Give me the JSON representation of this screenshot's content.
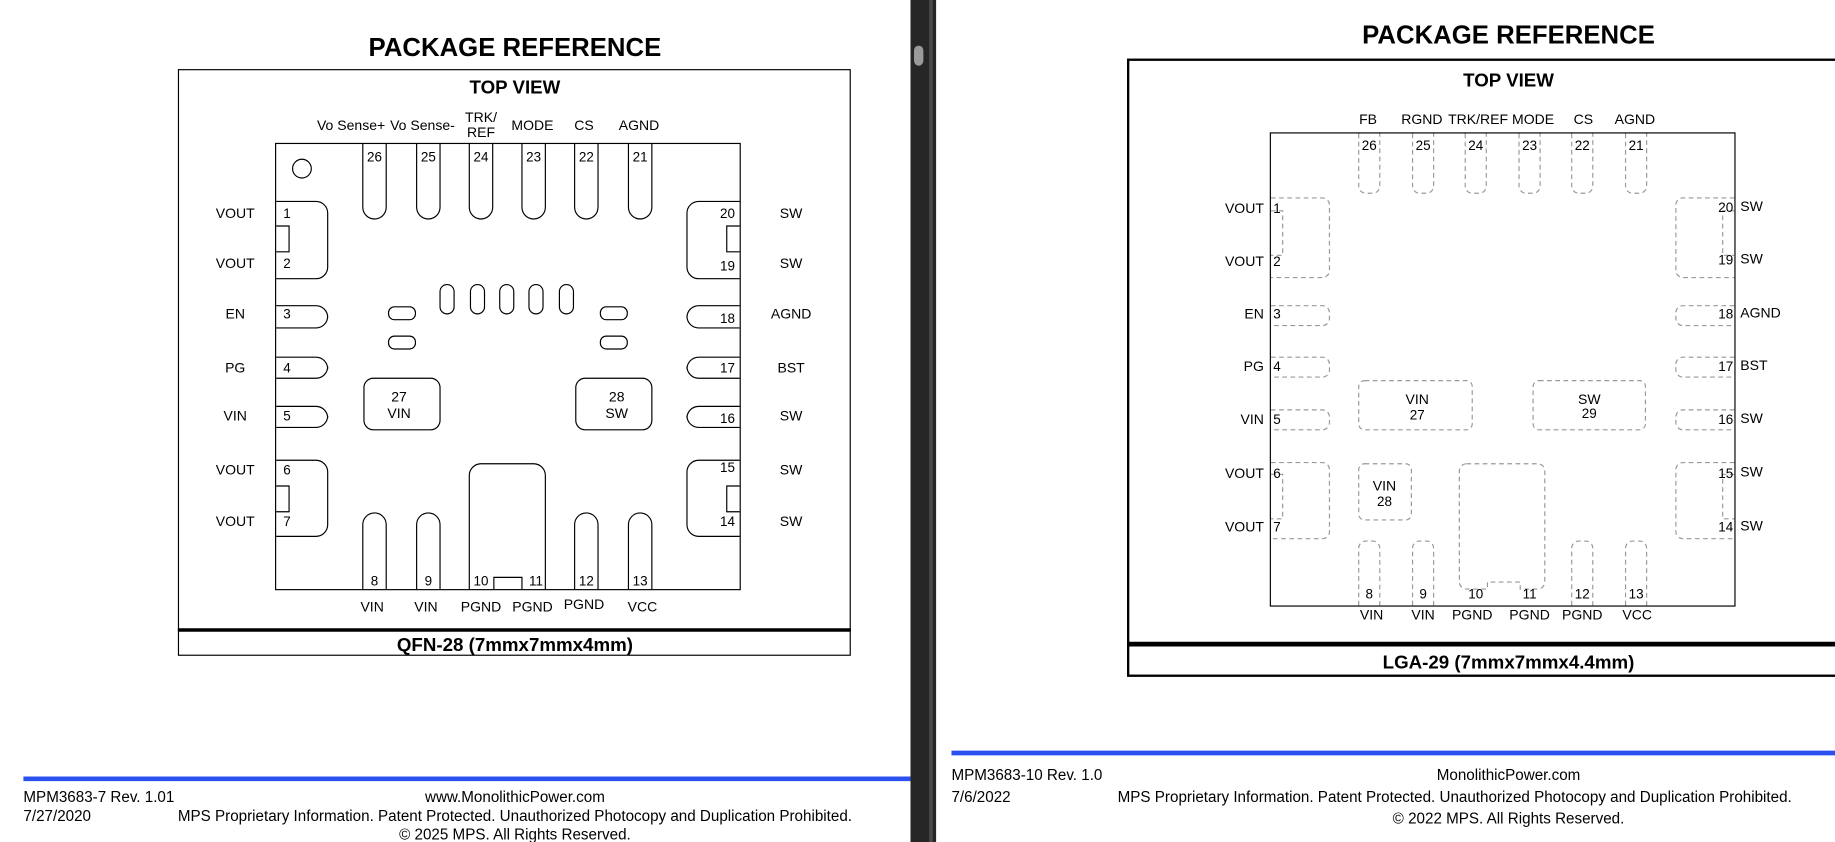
{
  "left": {
    "title": "PACKAGE REFERENCE",
    "top_view": "TOP VIEW",
    "caption": "QFN-28 (7mmx7mmx4mm)",
    "pins": [
      {
        "num": "1",
        "label": "VOUT"
      },
      {
        "num": "2",
        "label": "VOUT"
      },
      {
        "num": "3",
        "label": "EN"
      },
      {
        "num": "4",
        "label": "PG"
      },
      {
        "num": "5",
        "label": "VIN"
      },
      {
        "num": "6",
        "label": "VOUT"
      },
      {
        "num": "7",
        "label": "VOUT"
      },
      {
        "num": "8",
        "label": "VIN"
      },
      {
        "num": "9",
        "label": "VIN"
      },
      {
        "num": "10",
        "label": "PGND"
      },
      {
        "num": "11",
        "label": "PGND"
      },
      {
        "num": "12",
        "label": "PGND"
      },
      {
        "num": "13",
        "label": "VCC"
      },
      {
        "num": "14",
        "label": "SW"
      },
      {
        "num": "15",
        "label": "SW"
      },
      {
        "num": "16",
        "label": "SW"
      },
      {
        "num": "17",
        "label": "BST"
      },
      {
        "num": "18",
        "label": "AGND"
      },
      {
        "num": "19",
        "label": "SW"
      },
      {
        "num": "20",
        "label": "SW"
      },
      {
        "num": "21",
        "label": "AGND"
      },
      {
        "num": "22",
        "label": "CS"
      },
      {
        "num": "23",
        "label": "MODE"
      },
      {
        "num": "24",
        "label": [
          "TRK/",
          "REF"
        ]
      },
      {
        "num": "25",
        "label": "Vo Sense-"
      },
      {
        "num": "26",
        "label": "Vo Sense+"
      },
      {
        "num": "27",
        "label": "VIN"
      },
      {
        "num": "28",
        "label": "SW"
      }
    ],
    "footer": {
      "doc_rev": "MPM3683-7 Rev. 1.01",
      "website": "www.MonolithicPower.com",
      "date": "7/27/2020",
      "notice": "MPS Proprietary Information. Patent Protected. Unauthorized Photocopy and Duplication Prohibited.",
      "copyright": "© 2025 MPS. All Rights Reserved."
    }
  },
  "right": {
    "title": "PACKAGE REFERENCE",
    "top_view": "TOP VIEW",
    "caption": "LGA-29 (7mmx7mmx4.4mm)",
    "pins": [
      {
        "num": "1",
        "label": "VOUT"
      },
      {
        "num": "2",
        "label": "VOUT"
      },
      {
        "num": "3",
        "label": "EN"
      },
      {
        "num": "4",
        "label": "PG"
      },
      {
        "num": "5",
        "label": "VIN"
      },
      {
        "num": "6",
        "label": "VOUT"
      },
      {
        "num": "7",
        "label": "VOUT"
      },
      {
        "num": "8",
        "label": "VIN"
      },
      {
        "num": "9",
        "label": "VIN"
      },
      {
        "num": "10",
        "label": "PGND"
      },
      {
        "num": "11",
        "label": "PGND"
      },
      {
        "num": "12",
        "label": "PGND"
      },
      {
        "num": "13",
        "label": "VCC"
      },
      {
        "num": "14",
        "label": "SW"
      },
      {
        "num": "15",
        "label": "SW"
      },
      {
        "num": "16",
        "label": "SW"
      },
      {
        "num": "17",
        "label": "BST"
      },
      {
        "num": "18",
        "label": "AGND"
      },
      {
        "num": "19",
        "label": "SW"
      },
      {
        "num": "20",
        "label": "SW"
      },
      {
        "num": "21",
        "label": "AGND"
      },
      {
        "num": "22",
        "label": "CS"
      },
      {
        "num": "23",
        "label": "MODE"
      },
      {
        "num": "24",
        "label": "TRK/REF"
      },
      {
        "num": "25",
        "label": "RGND"
      },
      {
        "num": "26",
        "label": "FB"
      },
      {
        "num": "27",
        "label": "VIN"
      },
      {
        "num": "28",
        "label": "VIN"
      },
      {
        "num": "29",
        "label": "SW"
      }
    ],
    "footer": {
      "doc_rev": "MPM3683-10 Rev. 1.0",
      "website": "MonolithicPower.com",
      "date": "7/6/2022",
      "notice": "MPS Proprietary Information. Patent Protected. Unauthorized Photocopy and Duplication Prohibited.",
      "copyright": "© 2022 MPS. All Rights Reserved."
    }
  },
  "colors": {
    "footer_rule": "#2b50f0",
    "divider": "#262626"
  }
}
